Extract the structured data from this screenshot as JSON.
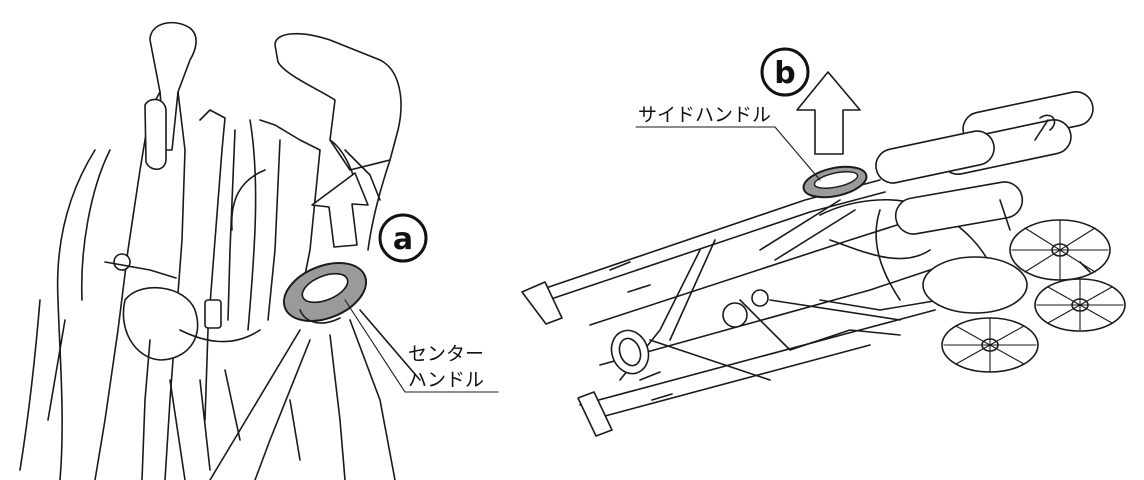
{
  "labels": {
    "center_handle_line1": "センター",
    "center_handle_line2": "ハンドル",
    "side_handle": "サイドハンドル"
  },
  "markers": {
    "a": "a",
    "b": "b"
  },
  "colors": {
    "line": "#1a1a1a",
    "handle_fill": "#9a9a9a",
    "background": "#ffffff"
  },
  "icons": {
    "arrow": "up-arrow-icon",
    "marker": "circled-letter-icon"
  }
}
